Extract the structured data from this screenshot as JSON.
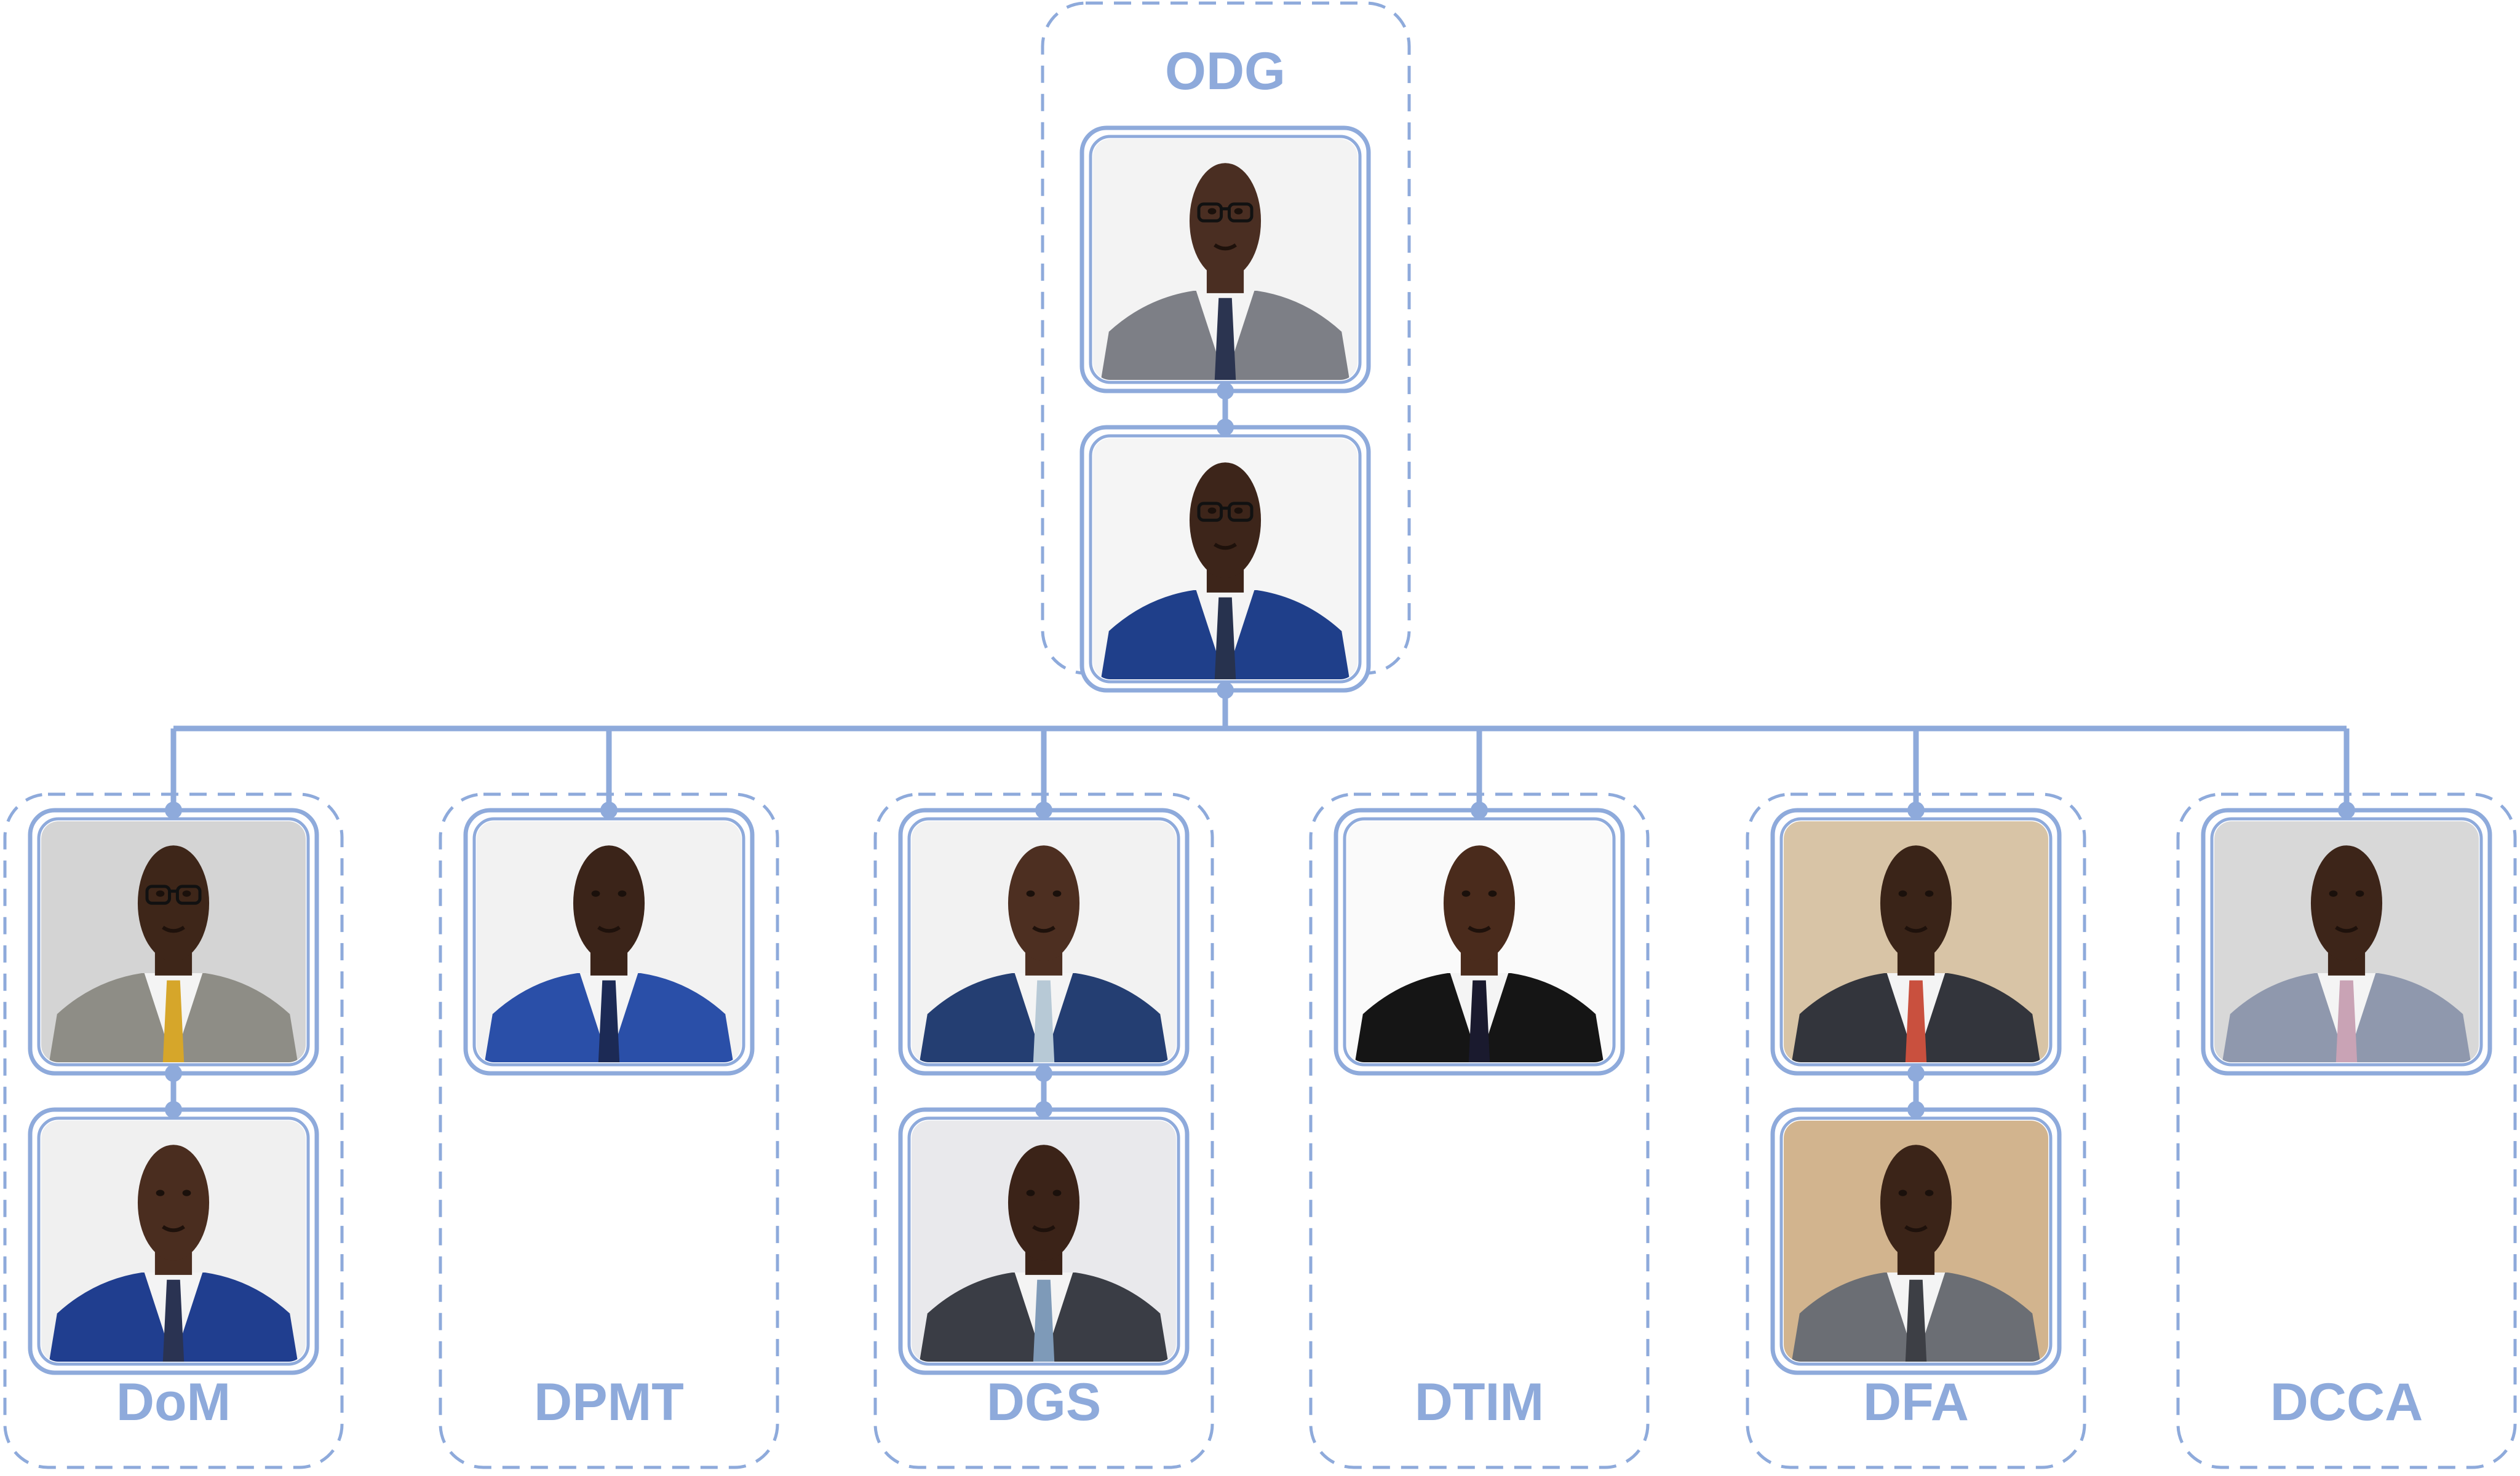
{
  "colors": {
    "accent": "#8eaadb",
    "line": "#8eaadb",
    "frame_fill": "#ffffff",
    "label": "#8eaadb"
  },
  "top_unit": {
    "label": "ODG",
    "members": [
      {
        "icon": "person-photo-icon",
        "suit": "#7d7f86",
        "backdrop": "#f3f3f3",
        "skin": "#4a2e22",
        "tie": "#2b3450",
        "glasses": true
      },
      {
        "icon": "person-photo-icon",
        "suit": "#1f3f8a",
        "backdrop": "#f5f5f5",
        "skin": "#3d251a",
        "tie": "#27324e",
        "glasses": true
      }
    ]
  },
  "units": [
    {
      "label": "DoM",
      "members": [
        {
          "icon": "person-photo-icon",
          "suit": "#8e8d86",
          "backdrop": "#d4d4d4",
          "skin": "#3e2619",
          "tie": "#d6a62a",
          "glasses": true
        },
        {
          "icon": "person-photo-icon",
          "suit": "#203e8f",
          "backdrop": "#f0f0f0",
          "skin": "#4a2d1f",
          "tie": "#2a3352",
          "glasses": false
        }
      ]
    },
    {
      "label": "DPMT",
      "members": [
        {
          "icon": "person-photo-icon",
          "suit": "#2a4fa8",
          "backdrop": "#f2f2f2",
          "skin": "#3b2419",
          "tie": "#1c2a55",
          "glasses": false
        }
      ]
    },
    {
      "label": "DGS",
      "members": [
        {
          "icon": "person-photo-icon",
          "suit": "#243e72",
          "backdrop": "#f2f2f2",
          "skin": "#4d2f21",
          "tie": "#b7c9d6",
          "glasses": false
        },
        {
          "icon": "person-photo-icon",
          "suit": "#3a3d45",
          "backdrop": "#e9e9ec",
          "skin": "#3b2318",
          "tie": "#7e9ab8",
          "glasses": false
        }
      ]
    },
    {
      "label": "DTIM",
      "members": [
        {
          "icon": "person-photo-icon",
          "suit": "#151515",
          "backdrop": "#fafafa",
          "skin": "#4a2b1c",
          "tie": "#1a1a2e",
          "glasses": false
        }
      ]
    },
    {
      "label": "DFA",
      "members": [
        {
          "icon": "person-photo-icon",
          "suit": "#33353c",
          "backdrop": "#d8c4a6",
          "skin": "#3a2418",
          "tie": "#c9503e",
          "glasses": false
        },
        {
          "icon": "person-photo-icon",
          "suit": "#6b6e74",
          "backdrop": "#d2b48e",
          "skin": "#3b2418",
          "tie": "#3d3f45",
          "glasses": false
        }
      ]
    },
    {
      "label": "DCCA",
      "members": [
        {
          "icon": "person-photo-icon",
          "suit": "#8f98ad",
          "backdrop": "#d8d8d8",
          "skin": "#3d2519",
          "tie": "#c9a3b5",
          "glasses": false
        }
      ]
    }
  ]
}
